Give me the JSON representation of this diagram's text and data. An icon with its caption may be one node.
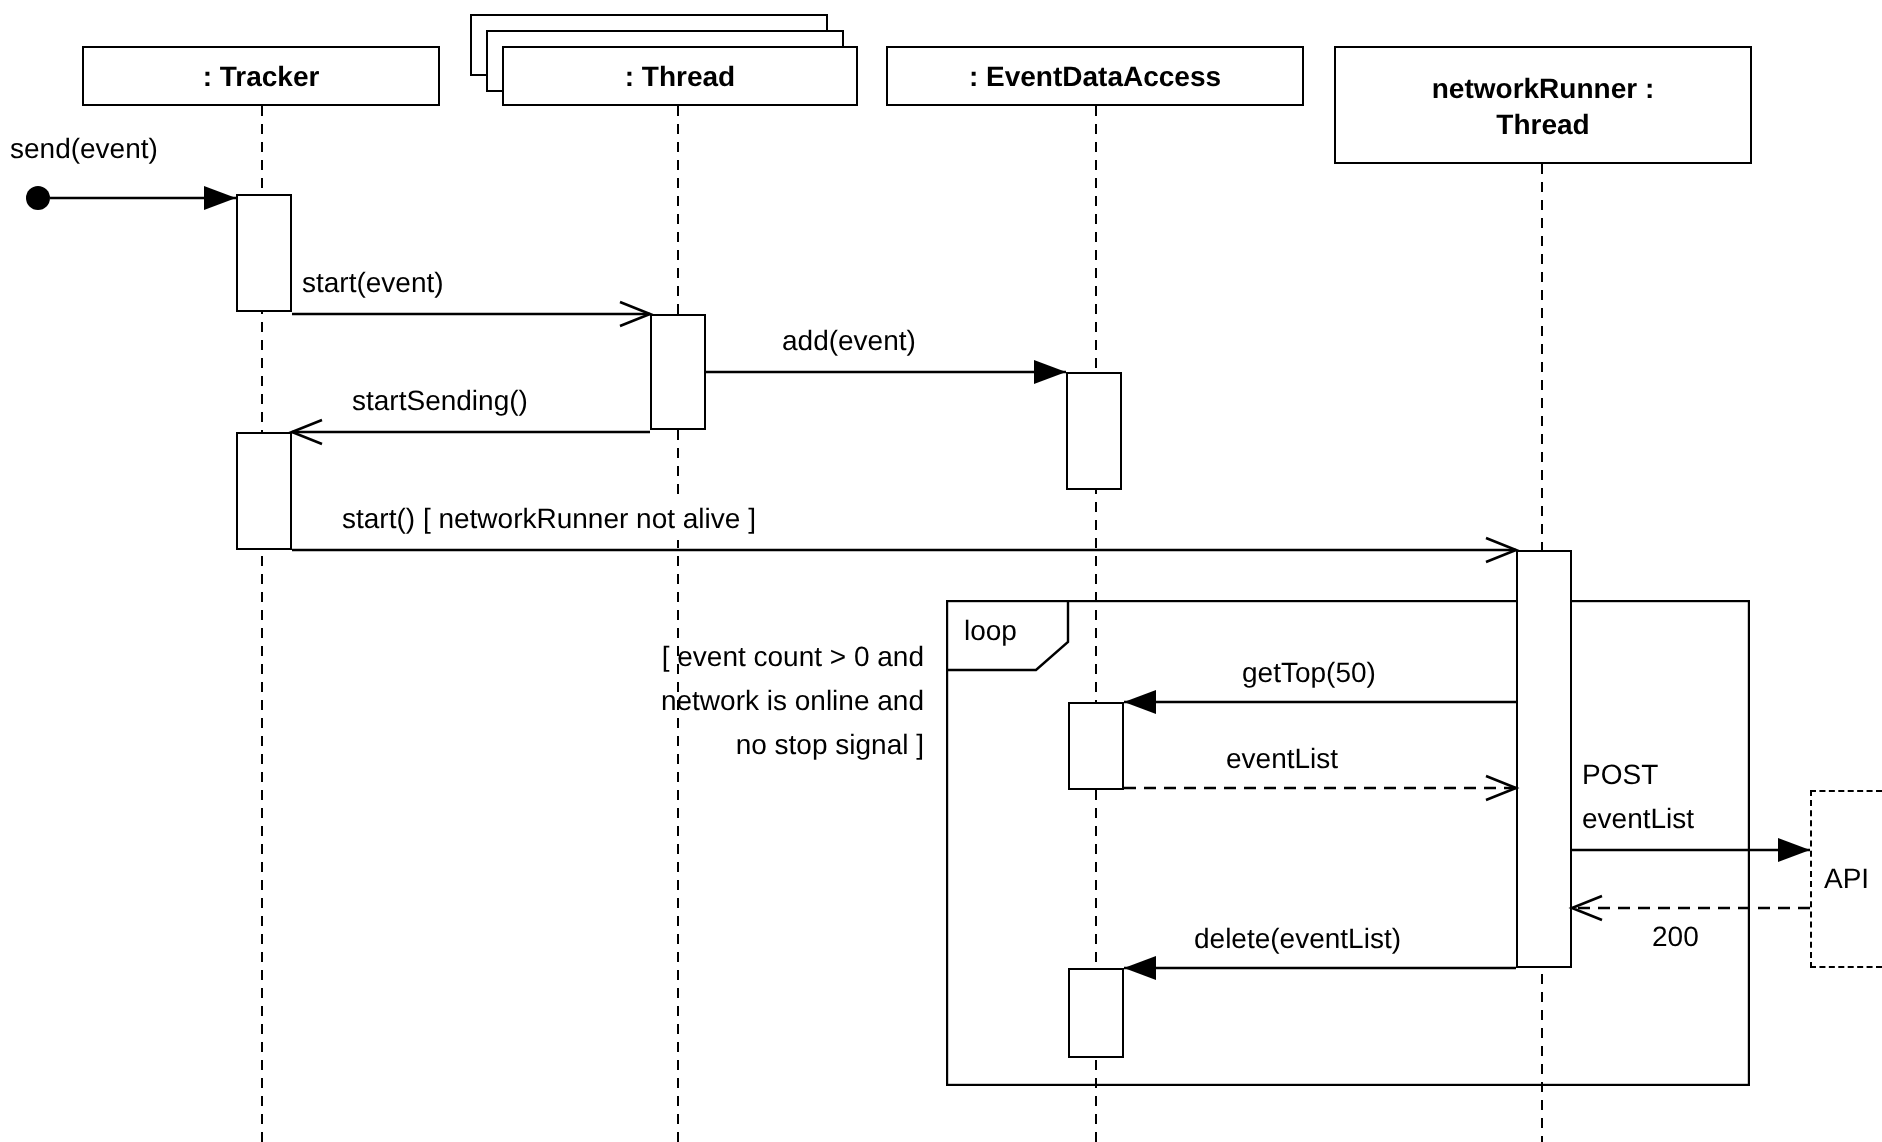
{
  "diagram": {
    "nodes": [
      {
        "text": [
          ": Tracker"
        ]
      },
      {
        "text": [
          ": Thread"
        ]
      },
      {
        "text": [
          ": EventDataAccess"
        ]
      },
      {
        "text": [
          "networkRunner : Thread"
        ]
      },
      {
        "text": [
          "loop"
        ],
        "beside": [
          "[ event count > 0 and network is online and no stop signal ]"
        ]
      },
      {
        "text": [
          "API"
        ]
      },
      {
        "text": [],
        "shape": "circle"
      },
      {
        "text": [],
        "shape": "bar"
      },
      {
        "text": [],
        "shape": "bar"
      },
      {
        "text": [],
        "shape": "bar"
      },
      {
        "text": [],
        "shape": "bar"
      },
      {
        "text": [],
        "shape": "bar"
      },
      {
        "text": [],
        "shape": "bar",
        "in": 4
      },
      {
        "text": [],
        "shape": "bar",
        "in": 4
      }
    ],
    "edges": [
      {
        "from": 6,
        "to": 7,
        "arrow": "to",
        "label": "send(event)"
      },
      {
        "from": 7,
        "to": 8,
        "arrow": "to",
        "label": "start(event)"
      },
      {
        "from": 8,
        "to": 9,
        "arrow": "to",
        "label": "add(event)"
      },
      {
        "from": 8,
        "to": 10,
        "arrow": "to",
        "label": "startSending()"
      },
      {
        "from": 10,
        "to": 11,
        "arrow": "to",
        "label": "start() [ networkRunner not alive ]"
      },
      {
        "from": 11,
        "to": 12,
        "arrow": "to",
        "label": "getTop(50)"
      },
      {
        "from": 12,
        "to": 11,
        "arrow": "to",
        "label": "eventList",
        "style": "dashed"
      },
      {
        "from": 11,
        "to": 5,
        "arrow": "to",
        "label": "POST eventList"
      },
      {
        "from": 5,
        "to": 11,
        "arrow": "to",
        "label": "200",
        "style": "dashed"
      },
      {
        "from": 11,
        "to": 13,
        "arrow": "to",
        "label": "delete(eventList)"
      }
    ]
  }
}
